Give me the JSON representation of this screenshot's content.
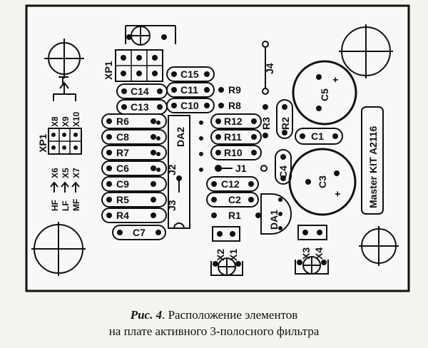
{
  "board": {
    "brand": "Master KIT A2116",
    "xp1_main": "XP1",
    "xp1_side": "XP1",
    "ics": [
      "DA1",
      "DA2"
    ],
    "capacitors": [
      "C15",
      "C14",
      "C11",
      "C13",
      "C10",
      "C8",
      "C6",
      "C9",
      "C7",
      "C12",
      "C2",
      "C1",
      "C4",
      "C3",
      "C5"
    ],
    "resistors": [
      "R6",
      "R7",
      "R5",
      "R4",
      "R9",
      "R8",
      "R12",
      "R11",
      "R10",
      "R1",
      "R3",
      "R2"
    ],
    "jumpers": [
      "J1",
      "J2",
      "J3",
      "J4"
    ],
    "connectors": [
      "X1",
      "X2",
      "X3",
      "X4",
      "X5",
      "X6",
      "X7",
      "X8",
      "X9",
      "X10"
    ],
    "bands": [
      "HF",
      "LF",
      "MF"
    ],
    "polarity": "+"
  },
  "caption": {
    "figure": "Рис. 4",
    "line1": ". Расположение элементов",
    "line2": "на плате активного 3-полосного фильтра"
  }
}
